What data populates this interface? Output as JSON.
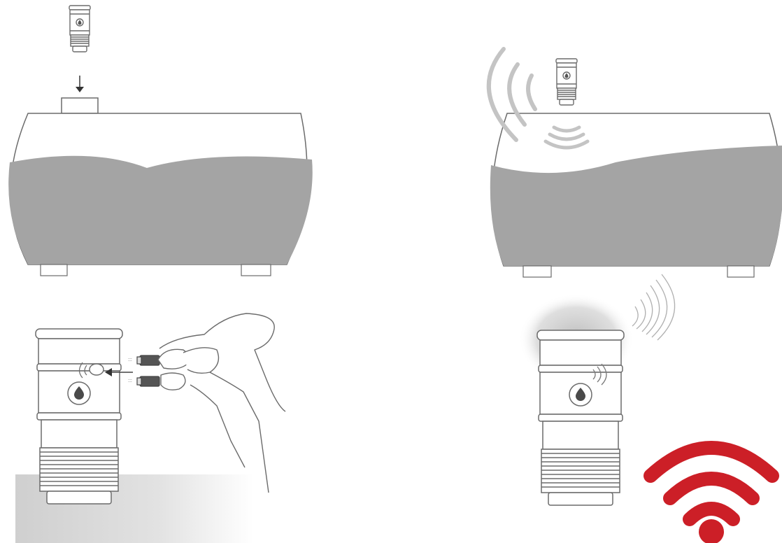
{
  "panels": [
    {
      "id": "insert-sensor-into-tank",
      "icon": "arrow-down-icon"
    },
    {
      "id": "sensor-signaling-in-tank",
      "icon": "signal-waves-icon"
    },
    {
      "id": "insert-battery-into-sensor",
      "icon": "battery-icon"
    },
    {
      "id": "sensor-wifi-connected",
      "icon": "wifi-icon"
    }
  ],
  "colors": {
    "outline": "#6b6b6b",
    "fluid": "#a4a4a4",
    "signal": "#bdbdbd",
    "wifi": "#cc1f27",
    "surface": "#d8d8d8",
    "background": "#ffffff"
  }
}
